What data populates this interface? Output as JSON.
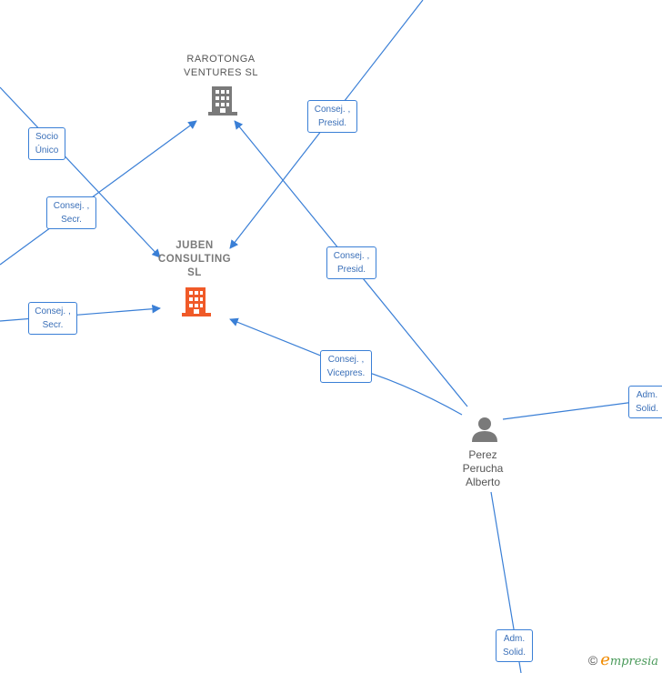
{
  "nodes": {
    "rarotonga": {
      "lines": [
        "RAROTONGA",
        "VENTURES SL"
      ]
    },
    "juben": {
      "lines": [
        "JUBEN",
        "CONSULTING",
        "SL"
      ]
    },
    "person": {
      "lines": [
        "Perez",
        "Perucha",
        "Alberto"
      ]
    }
  },
  "edges": {
    "socio_unico": [
      "Socio",
      "Único"
    ],
    "consej_secr_1": [
      "Consej. ,",
      "Secr."
    ],
    "consej_secr_2": [
      "Consej. ,",
      "Secr."
    ],
    "consej_presid_1": [
      "Consej. ,",
      "Presid."
    ],
    "consej_presid_2": [
      "Consej. ,",
      "Presid."
    ],
    "consej_vicepres": [
      "Consej. ,",
      "Vicepres."
    ],
    "adm_solid_1": [
      "Adm.",
      "Solid."
    ],
    "adm_solid_2": [
      "Adm.",
      "Solid."
    ]
  },
  "brand": {
    "copyright": "©",
    "e": "e",
    "rest": "mpresia"
  },
  "colors": {
    "edge": "#3a7fd6",
    "company": "#7a7a7a",
    "company_highlight": "#f05a28",
    "person": "#7a7a7a"
  }
}
